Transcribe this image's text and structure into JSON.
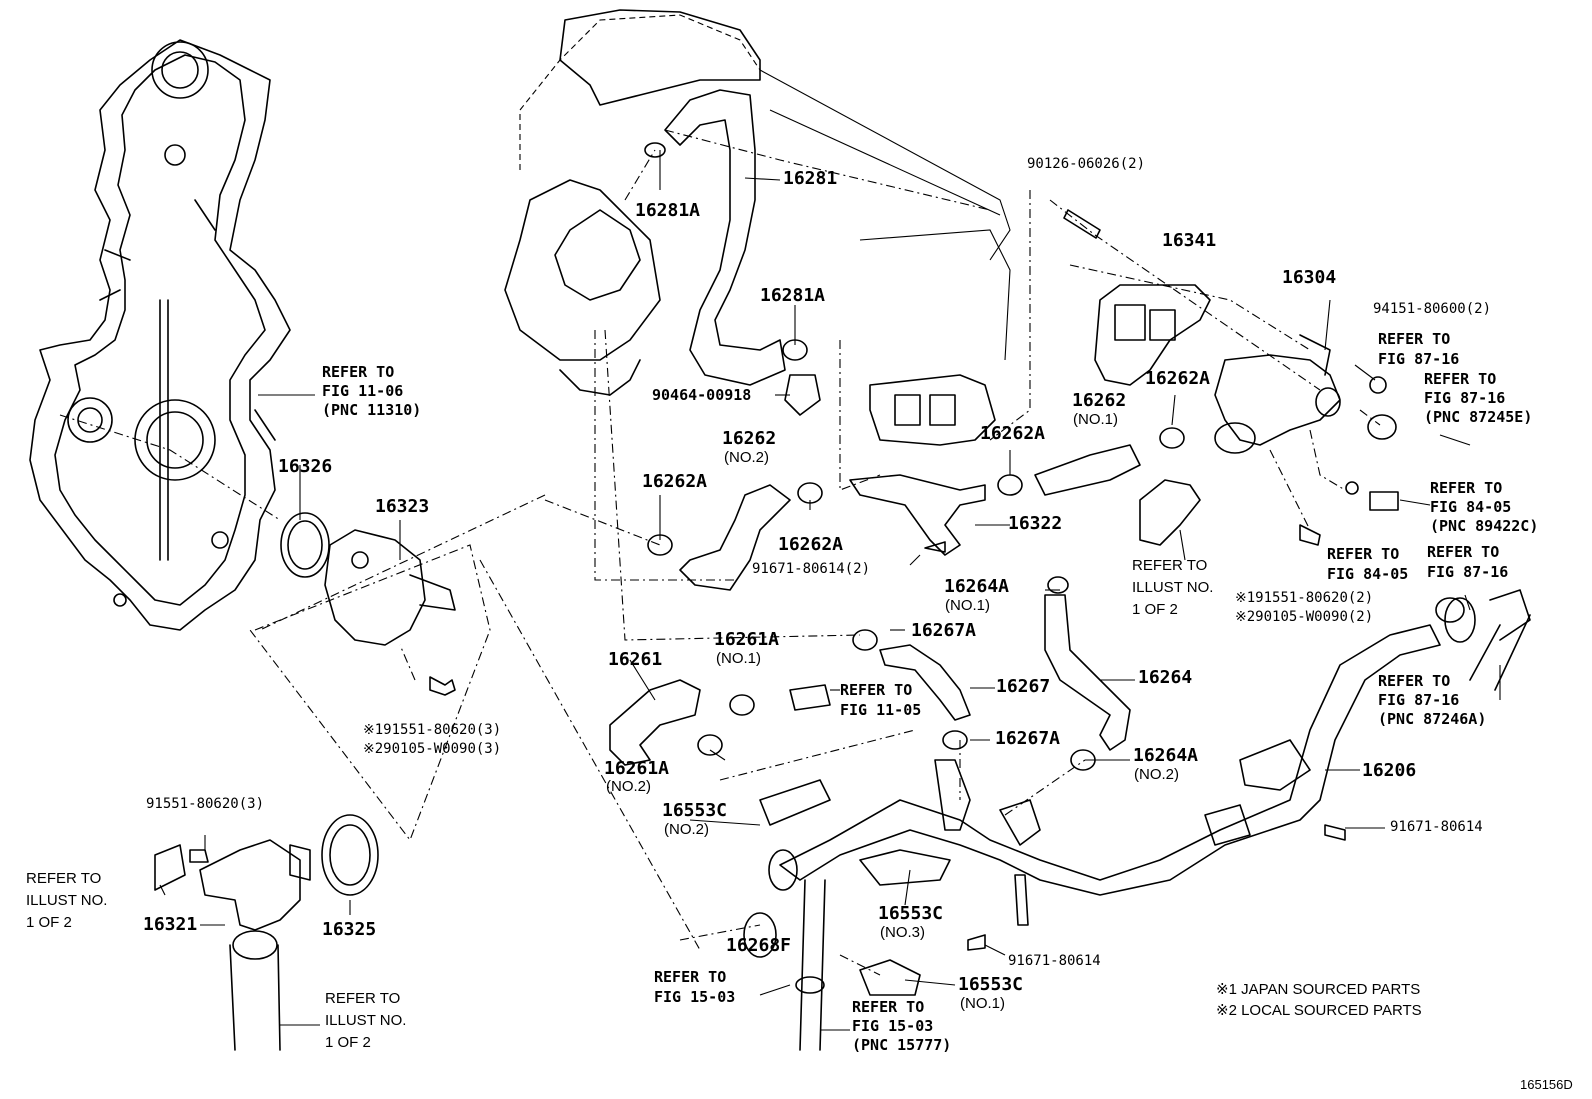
{
  "labels": {
    "p16281": "16281",
    "p16281A_1": "16281A",
    "p16281A_2": "16281A",
    "p90464": "90464-00918",
    "p90126": "90126-06026(2)",
    "p16341": "16341",
    "p16304": "16304",
    "p94151": "94151-80600(2)",
    "p16262A_a": "16262A",
    "p16262_no1": "16262",
    "p16262_no1_sub": "(NO.1)",
    "p16262A_b": "16262A",
    "p16262_no2": "16262",
    "p16262_no2_sub": "(NO.2)",
    "p16262A_c": "16262A",
    "p16262A_d": "16262A",
    "p91671_2": "91671-80614(2)",
    "p16322": "16322",
    "p16326": "16326",
    "p16323": "16323",
    "p16264A_1": "16264A",
    "p16264A_1_sub": "(NO.1)",
    "p16267A_1": "16267A",
    "p16261A_1": "16261A",
    "p16261A_1_sub": "(NO.1)",
    "p16261": "16261",
    "p16267": "16267",
    "p16264": "16264",
    "p16267A_2": "16267A",
    "p16264A_2": "16264A",
    "p16264A_2_sub": "(NO.2)",
    "p16261A_2": "16261A",
    "p16261A_2_sub": "(NO.2)",
    "p16553C_2": "16553C",
    "p16553C_2_sub": "(NO.2)",
    "p16206": "16206",
    "p91671_a": "91671-80614",
    "p16553C_3": "16553C",
    "p16553C_3_sub": "(NO.3)",
    "p91671_b": "91671-80614",
    "p16268F": "16268F",
    "p16553C_1": "16553C",
    "p16553C_1_sub": "(NO.1)",
    "p91551_3": "91551-80620(3)",
    "p16321": "16321",
    "p16325": "16325",
    "p91551_mark": "※191551-80620(3)",
    "p90105_mark": "※290105-W0090(3)",
    "p91551_mark2": "※191551-80620(2)",
    "p90105_mark2": "※290105-W0090(2)"
  },
  "refs": {
    "r_fig1106": "REFER TO\nFIG 11-06\n(PNC 11310)",
    "r_fig8716_a": "REFER TO\nFIG 87-16",
    "r_fig8716_b": "REFER TO\nFIG 87-16\n(PNC 87245E)",
    "r_fig8405_a": "REFER TO\nFIG 84-05\n(PNC 89422C)",
    "r_fig8405_b": "REFER TO\nFIG 84-05",
    "r_fig8716_c": "REFER TO\nFIG 87-16",
    "r_fig8716_d": "REFER TO\nFIG 87-16\n(PNC 87246A)",
    "r_fig1105": "REFER TO\nFIG 11-05",
    "r_fig1503_a": "REFER TO\nFIG 15-03",
    "r_fig1503_b": "REFER TO\nFIG 15-03\n(PNC 15777)",
    "r_illust_a": "REFER TO\nILLUST NO.\n1 OF 2",
    "r_illust_b": "REFER TO\nILLUST NO.\n1 OF 2",
    "r_illust_c": "REFER TO\nILLUST NO.\n1 OF 2"
  },
  "notes": {
    "n1": "※1 JAPAN SOURCED PARTS",
    "n2": "※2 LOCAL SOURCED PARTS"
  },
  "figure_id": "165156D"
}
